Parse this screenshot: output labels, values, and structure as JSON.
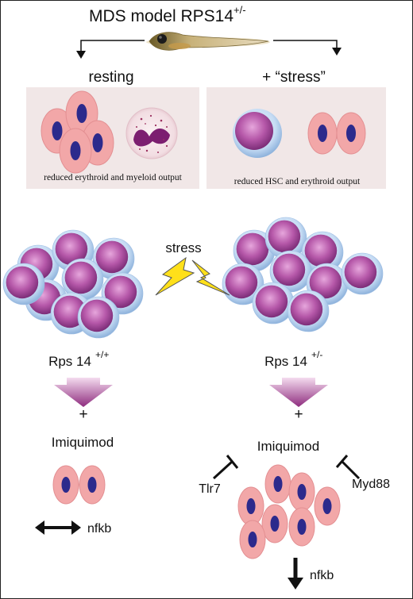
{
  "header": {
    "title": "MDS model RPS14",
    "title_sup": "+/-"
  },
  "top_panels": {
    "left": {
      "title": "resting",
      "caption": "reduced erythroid and myeloid output"
    },
    "right": {
      "title": "+ “stress”",
      "caption": "reduced HSC and erythroid output"
    }
  },
  "middle": {
    "stress_label": "stress"
  },
  "bottom_left": {
    "genotype": "Rps 14",
    "genotype_sup": "+/+",
    "plus": "+",
    "drug": "Imiquimod",
    "pathway": "nfkb"
  },
  "bottom_right": {
    "genotype": "Rps 14",
    "genotype_sup": "+/-",
    "plus": "+",
    "drug": "Imiquimod",
    "inhibitor_left": "Tlr7",
    "inhibitor_right": "Myd88",
    "pathway": "nfkb"
  },
  "colors": {
    "erythroid_fill": "#f2a7a8",
    "nucleus": "#2c2a8c",
    "stem_cell_core": "#b455a8",
    "stem_cell_halo": "#bcd6f2",
    "panel_bg": "#f1e7e7",
    "lightning": "#ffe01a",
    "arrow_gradient_top": "#f2d8ec",
    "arrow_gradient_bottom": "#8e2c7e"
  }
}
